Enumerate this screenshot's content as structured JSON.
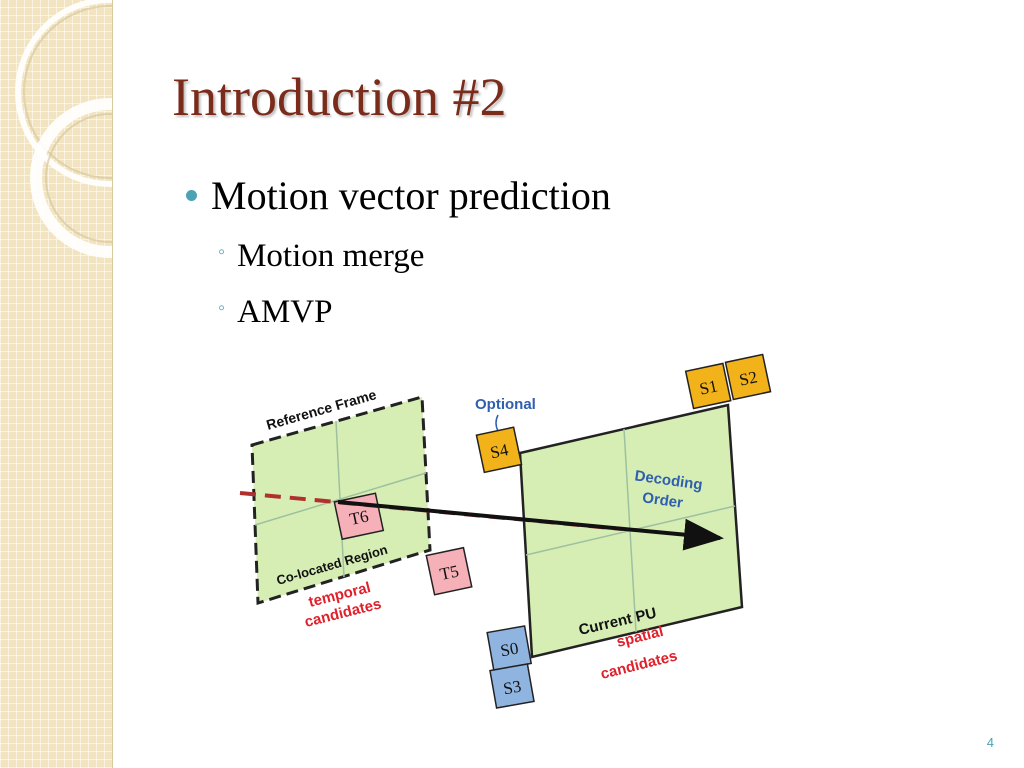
{
  "slide": {
    "title": "Introduction #2",
    "bullet": "Motion vector prediction",
    "subbullets": [
      "Motion merge",
      "AMVP"
    ],
    "page_number": "4"
  },
  "diagram": {
    "reference_frame_label": "Reference Frame",
    "colocated_label": "Co-located Region",
    "current_pu_label": "Current PU",
    "optional_label": "Optional",
    "decoding_order_line1": "Decoding",
    "decoding_order_line2": "Order",
    "temporal_line1": "temporal",
    "temporal_line2": "candidates",
    "spatial_line1": "spatial",
    "spatial_line2": "candidates",
    "blocks": {
      "s0": "S0",
      "s1": "S1",
      "s2": "S2",
      "s3": "S3",
      "s4": "S4",
      "t5": "T5",
      "t6": "T6"
    },
    "colors": {
      "frame_fill": "#d6eeb4",
      "spatial_yellow": "#f2b21a",
      "spatial_blue": "#8fb4e0",
      "temporal_pink": "#f5b0b8",
      "label_blue": "#2f5fb0",
      "label_red": "#e0202a",
      "dash_red": "#b03030"
    }
  }
}
